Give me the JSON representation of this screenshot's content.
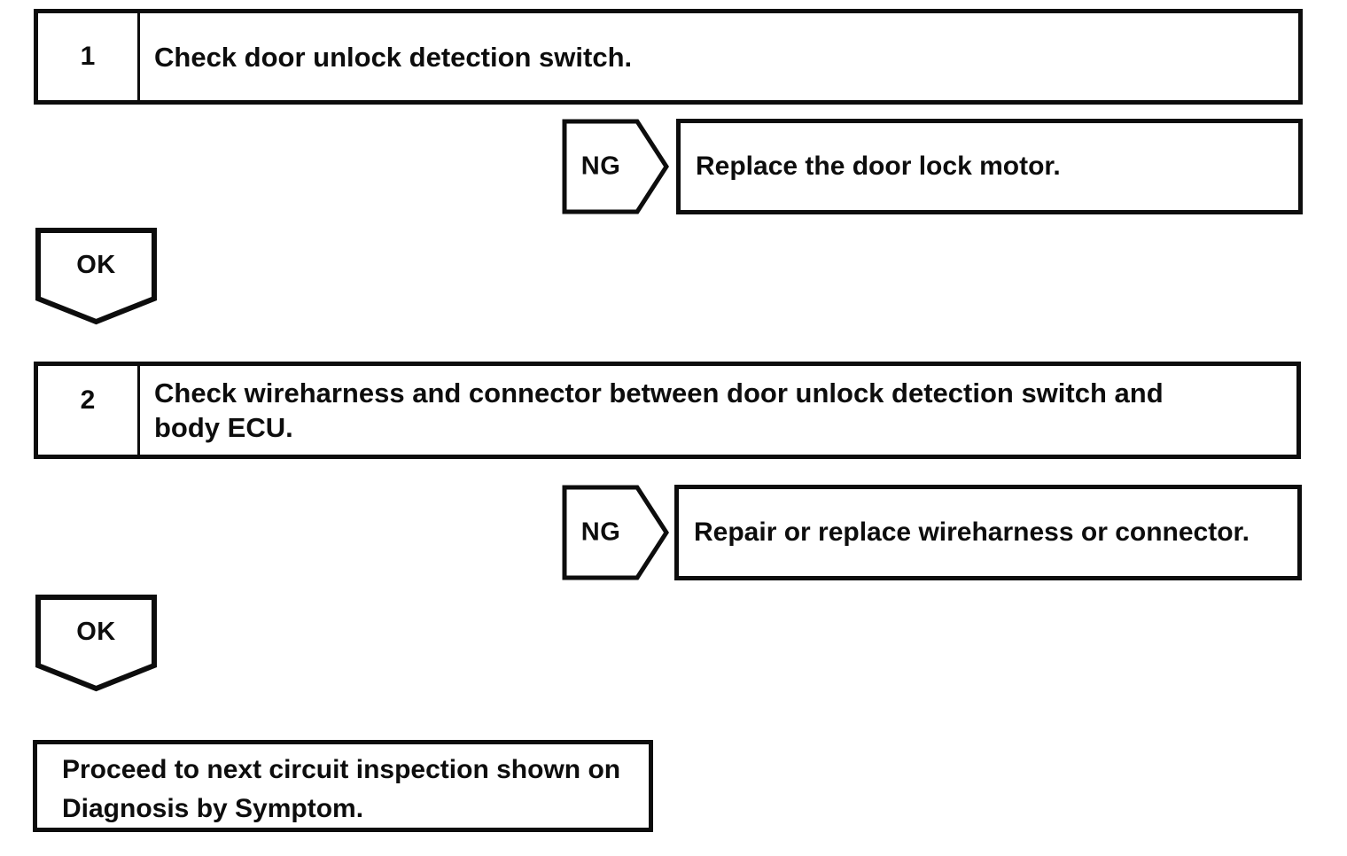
{
  "labels": {
    "ng": "NG",
    "ok": "OK"
  },
  "steps": [
    {
      "number": "1",
      "lines": [
        "Check door unlock detection switch."
      ],
      "ng_action": "Replace the door lock motor."
    },
    {
      "number": "2",
      "lines": [
        "Check wireharness and connector between door unlock detection switch and",
        "body ECU."
      ],
      "ng_action": "Repair or replace wireharness or connector."
    }
  ],
  "end": {
    "lines": [
      "Proceed to next circuit inspection shown on",
      "Diagnosis by Symptom."
    ]
  },
  "colors": {
    "ink": "#0d0d0d",
    "paper": "#ffffff"
  }
}
